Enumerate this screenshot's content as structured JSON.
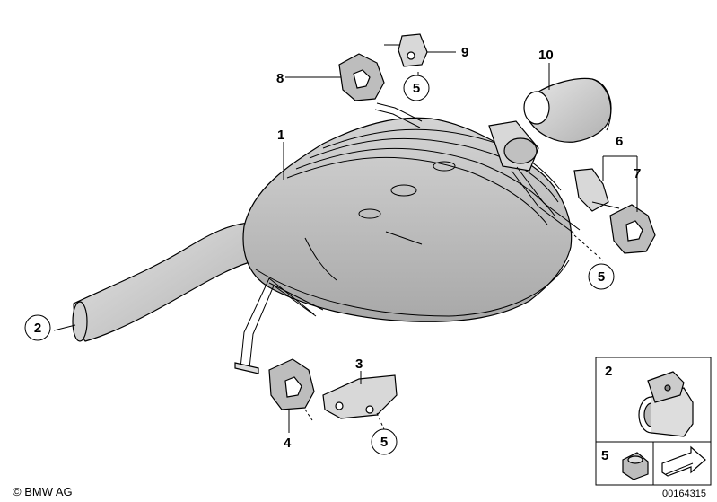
{
  "callouts": {
    "c1": "1",
    "c2_main": "2",
    "c3": "3",
    "c4": "4",
    "c5_top": "5",
    "c5_right": "5",
    "c5_bottom": "5",
    "c6": "6",
    "c7": "7",
    "c8": "8",
    "c9": "9",
    "c10": "10"
  },
  "legend": {
    "clamp_number": "2",
    "nut_number": "5"
  },
  "footer": {
    "copyright": "© BMW AG",
    "document_number": "00164315"
  },
  "icons": [
    "clamp-icon",
    "nut-icon",
    "arrow-icon"
  ],
  "colors": {
    "line": "#000000",
    "part_fill": "#ffffff",
    "shade": "#c8c8c8",
    "background": "#ffffff"
  }
}
